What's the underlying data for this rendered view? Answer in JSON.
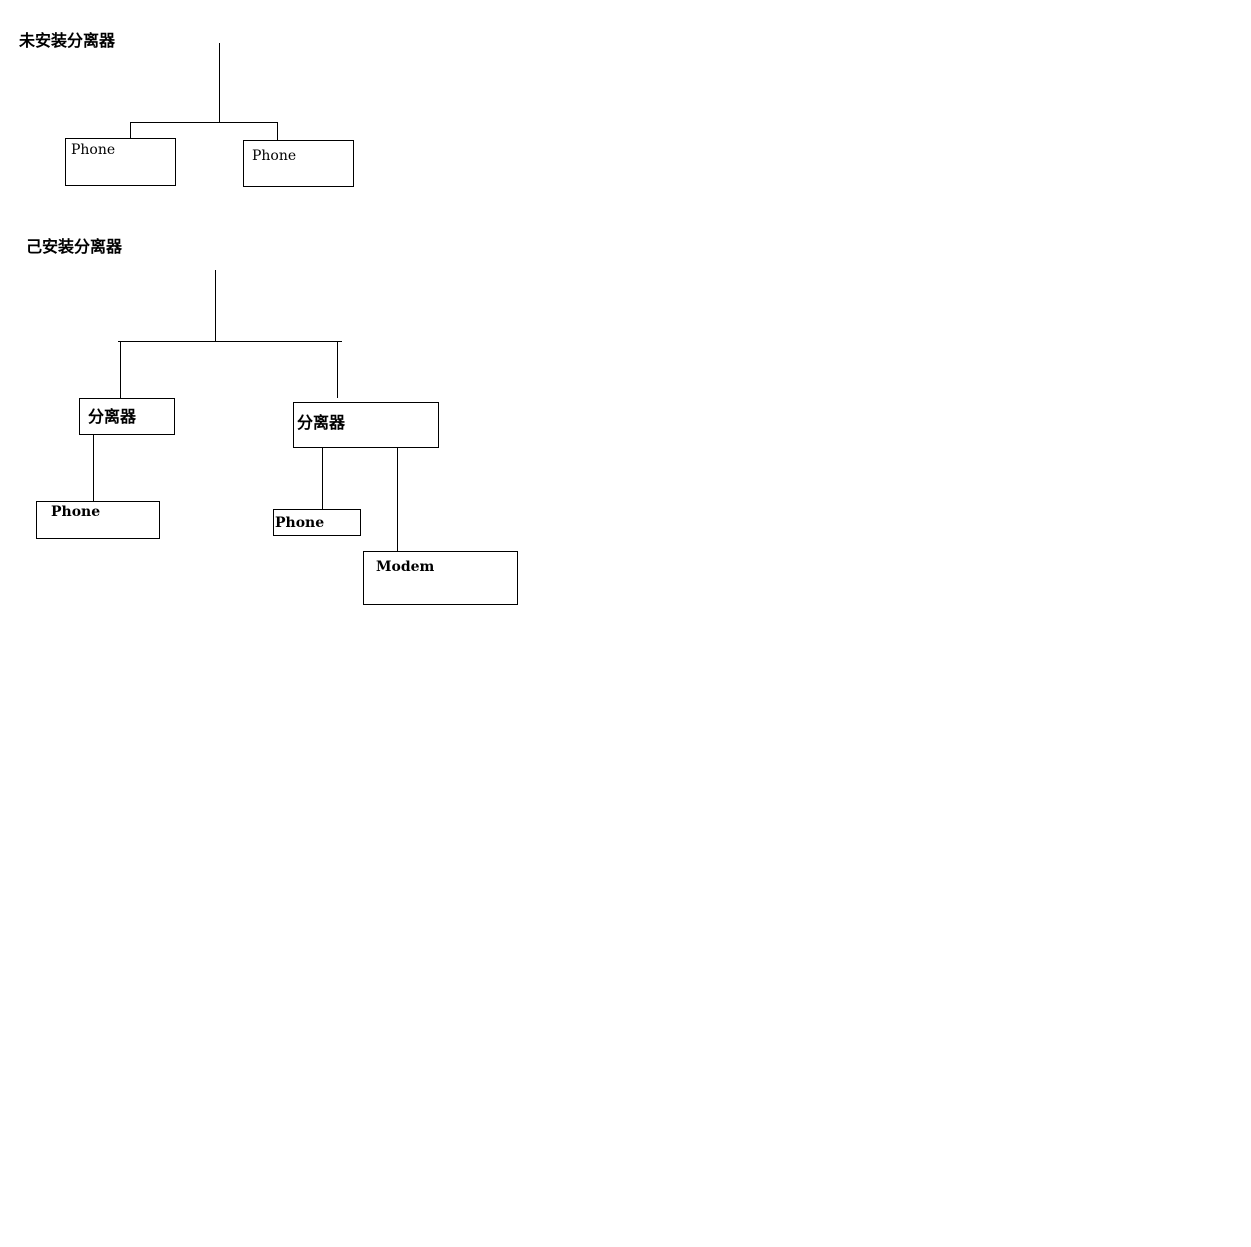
{
  "sections": {
    "without_splitter": {
      "title": "未安装分离器",
      "phone_left": "Phone",
      "phone_right": "Phone"
    },
    "with_splitter": {
      "title": "己安装分离器",
      "splitter_left": "分离器",
      "splitter_right": "分离器",
      "phone_left": "Phone",
      "phone_right": "Phone",
      "modem": "Modem"
    }
  }
}
